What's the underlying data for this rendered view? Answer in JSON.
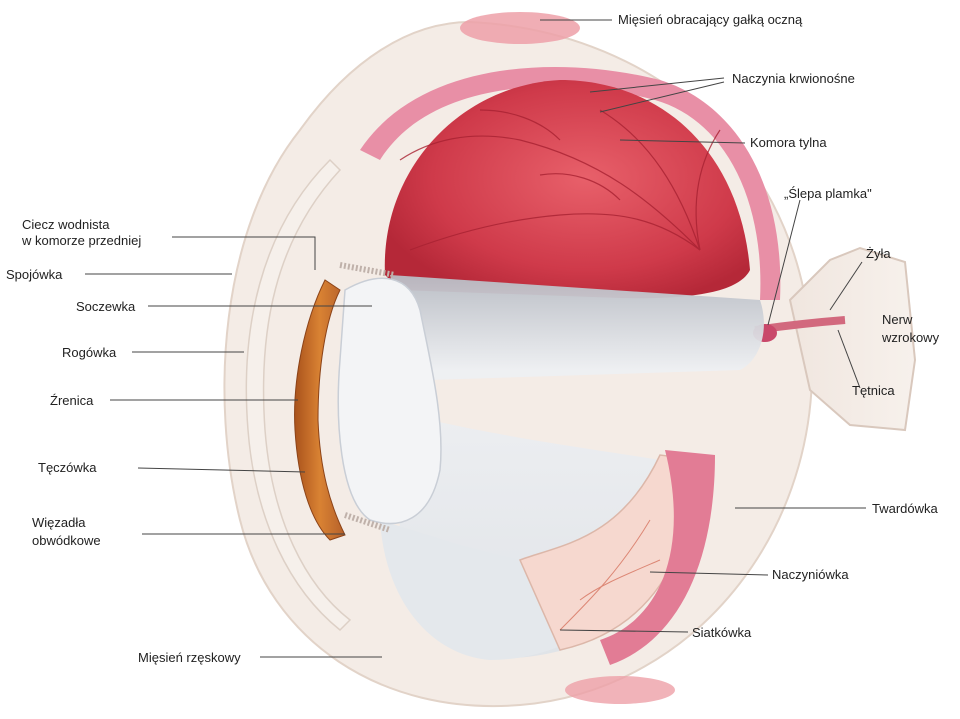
{
  "labels": {
    "muscle": "Mięsień obracający gałką oczną",
    "vessels": "Naczynia krwionośne",
    "posterior_chamber": "Komora tylna",
    "blind_spot": "„Ślepa plamka\"",
    "vein": "Żyła",
    "optic_nerve_1": "Nerw",
    "optic_nerve_2": "wzrokowy",
    "artery": "Tętnica",
    "sclera": "Twardówka",
    "choroid": "Naczyniówka",
    "retina": "Siatkówka",
    "ciliary_muscle": "Mięsień rzęskowy",
    "aqueous_1": "Ciecz wodnista",
    "aqueous_2": "w komorze przedniej",
    "conjunctiva": "Spojówka",
    "lens": "Soczewka",
    "cornea": "Rogówka",
    "pupil": "Źrenica",
    "iris": "Tęczówka",
    "zonule_1": "Więzadła",
    "zonule_2": "obwódkowe"
  },
  "colors": {
    "retina_red": "#d4424f",
    "sclera": "#f4ece6",
    "choroid_pink": "#e88fa6",
    "iris_orange": "#c86b2a",
    "vitreous": "#e9ecef",
    "lens": "#f3f4f6",
    "leader": "#444444"
  }
}
